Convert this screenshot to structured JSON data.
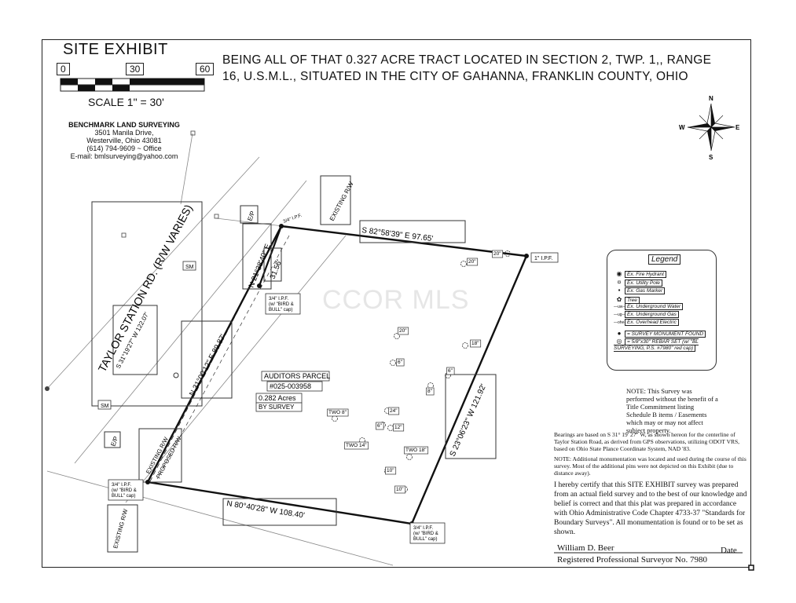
{
  "title": "SITE EXHIBIT",
  "heading": {
    "line1": "BEING ALL OF THAT 0.327 ACRE TRACT LOCATED IN SECTION 2, TWP. 1,, RANGE",
    "line2": "16, U.S.M.L., SITUATED IN THE CITY OF GAHANNA, FRANKLIN COUNTY, OHIO"
  },
  "scale": {
    "ticks": [
      "0",
      "30",
      "60"
    ],
    "label": "SCALE 1\" = 30'"
  },
  "company": {
    "name": "BENCHMARK LAND SURVEYING",
    "address1": "3501 Manila Drive,",
    "address2": "Westerville, Ohio 43081",
    "phone": "(614) 794-9609 ~ Office",
    "email": "E-mail: bmlsurveying@yahoo.com"
  },
  "compass": {
    "n": "N",
    "s": "S",
    "e": "E",
    "w": "W"
  },
  "watermark": "CCOR MLS",
  "road": {
    "name": "TAYLOR STATION RD. (R/W VARIES)",
    "centerline": "S 31°19'27\" W  122.07'",
    "sm1": "SM",
    "sm2": "SM",
    "ep1": "E/P",
    "ep2": "E/P"
  },
  "labels": {
    "existing_rw_top": "EXISTING R/W",
    "existing_rw_left": "EXISTING R/W",
    "proposed_rw": "PROPOSED R/W",
    "existing_rw_bottom": "EXISTING R/W"
  },
  "boundary": {
    "north": "S 82°58'39\" E   97.65'",
    "east": "S 23°06'23\" W   121.92'",
    "south": "N 80°40'28\" W   108.40'",
    "west": "N 31°00'12\" E  89.87'",
    "nw_upper": "N 21°38'40\" E",
    "nw_dist": "31.56'"
  },
  "pins": {
    "nw": "3/4\" I.P.F.",
    "ne": "1\" I.P.F.",
    "west_mid_1": "3/4\" I.P.F.",
    "west_mid_2": "(w/ \"BIRD &",
    "west_mid_3": "BULL\" cap)",
    "sw_1": "3/4\" I.P.F.",
    "sw_2": "(w/ \"BIRD &",
    "sw_3": "BULL\" cap)",
    "se_1": "3/4\" I.P.F.",
    "se_2": "(w/ \"BIRD &",
    "se_3": "BULL\" cap)"
  },
  "parcel": {
    "label": "AUDITORS PARCEL",
    "number": "#025-003958",
    "acres": "0.282 Acres",
    "by": "BY SURVEY"
  },
  "trees": [
    "20\"",
    "20\"",
    "20\"",
    "18\"",
    "6\"",
    "6\"",
    "8\"",
    "24\"",
    "6\"",
    "12\"",
    "TWO 8\"",
    "TWO 14\"",
    "TWO 18\"",
    "10\"",
    "10\""
  ],
  "legend": {
    "title": "Legend",
    "items": [
      {
        "icon": "fire-hydrant-icon",
        "symbol": "◉",
        "label": "Ex. Fire Hydrant"
      },
      {
        "icon": "utility-pole-icon",
        "symbol": "¤",
        "label": "Ex. Utility Pole"
      },
      {
        "icon": "gas-marker-icon",
        "symbol": "▪",
        "label": "Ex. Gas Marker"
      },
      {
        "icon": "tree-icon",
        "symbol": "✿",
        "label": "Tree"
      },
      {
        "icon": "water-line-icon",
        "symbol": "—uw—",
        "label": "Ex. Underground Water"
      },
      {
        "icon": "gas-line-icon",
        "symbol": "—ug—",
        "label": "Ex. Underground Gas"
      },
      {
        "icon": "electric-line-icon",
        "symbol": "—ohe—",
        "label": "Ex. Overhead Electric"
      },
      {
        "icon": "monument-found-icon",
        "symbol": "●",
        "label": "= SURVEY MONUMENT FOUND"
      },
      {
        "icon": "rebar-set-icon",
        "symbol": "◎",
        "label": "= 5/8\"x30\" REBAR SET (w/ \"BL SURVEYING, P.S. #7980\" red cap)"
      }
    ]
  },
  "notes": {
    "title_commitment": "NOTE: This Survey was performed without the benefit of a Title Commitment listing Schedule B items / Easements which may or may not affect subject property.",
    "bearings": "Bearings are based on S 31° 19' 27\" W, as shown hereon for the centerline of Taylor Station Road, as derived from GPS observations, utilizing ODOT VRS, based on Ohio State Plance Coordinate System, NAD '83.",
    "monumentation": "NOTE: Additional monumentation was located and used during the course of this survey. Most of the additional pins were not depicted on this Exhibit (due to distance away).",
    "certification": "I hereby certify that this SITE EXHIBIT survey was prepared from an actual field survey and to the best of our knowledge and belief is correct and that this plat was prepared in accordance with Ohio Administrative Code Chapter 4733-37 \"Standards for Boundary Surveys\". All monumentation is found or to be set as shown."
  },
  "signature": {
    "name": "William D. Beer",
    "date": "Date",
    "registration": "Registered Professional Surveyor No. 7980"
  }
}
